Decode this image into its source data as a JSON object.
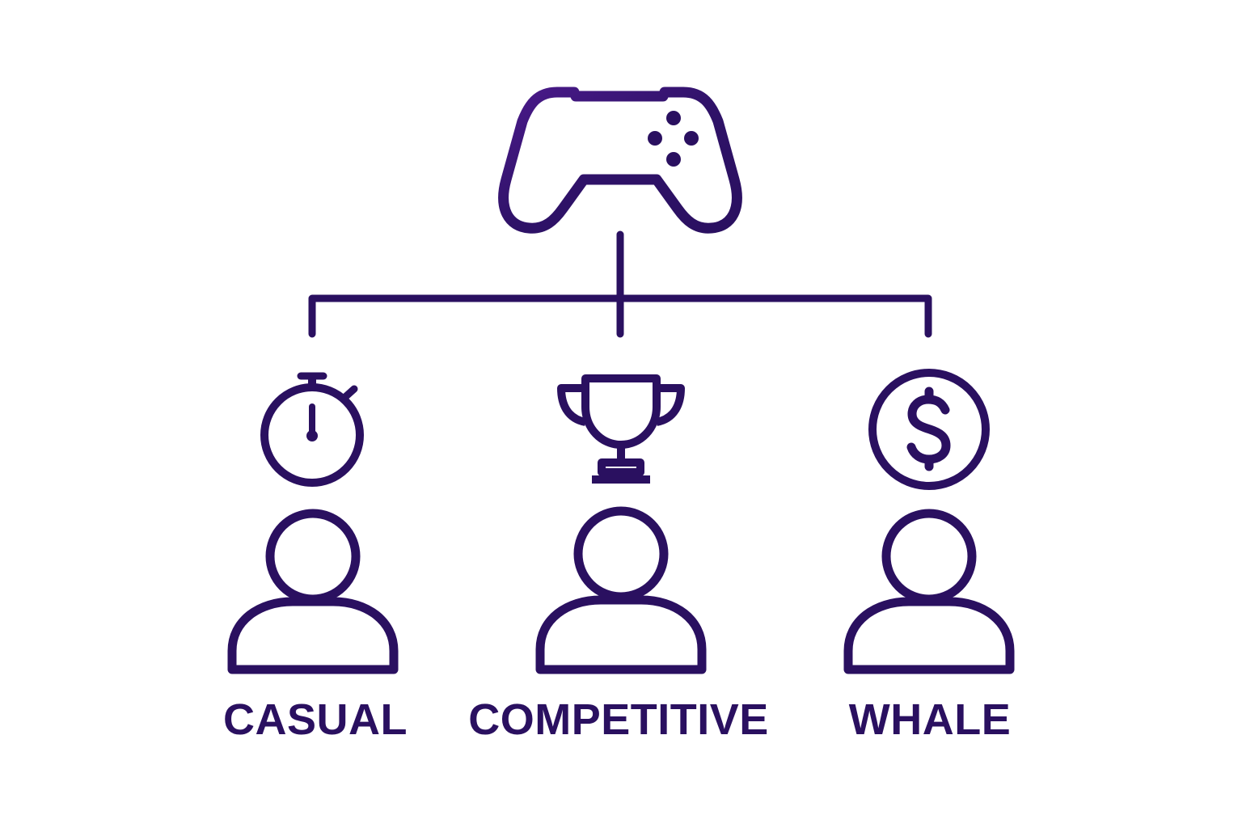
{
  "diagram": {
    "type": "tree",
    "root": {
      "icon": "game-controller-icon",
      "label": ""
    },
    "segments": [
      {
        "id": "casual",
        "label": "CASUAL",
        "icon": "stopwatch-icon",
        "person_icon": "user-icon"
      },
      {
        "id": "competitive",
        "label": "COMPETITIVE",
        "icon": "trophy-icon",
        "person_icon": "user-icon"
      },
      {
        "id": "whale",
        "label": "WHALE",
        "icon": "dollar-coin-icon",
        "person_icon": "user-icon"
      }
    ]
  },
  "colors": {
    "stroke": "#2a1060",
    "accent": "#4a1a8a",
    "background": "#ffffff"
  }
}
